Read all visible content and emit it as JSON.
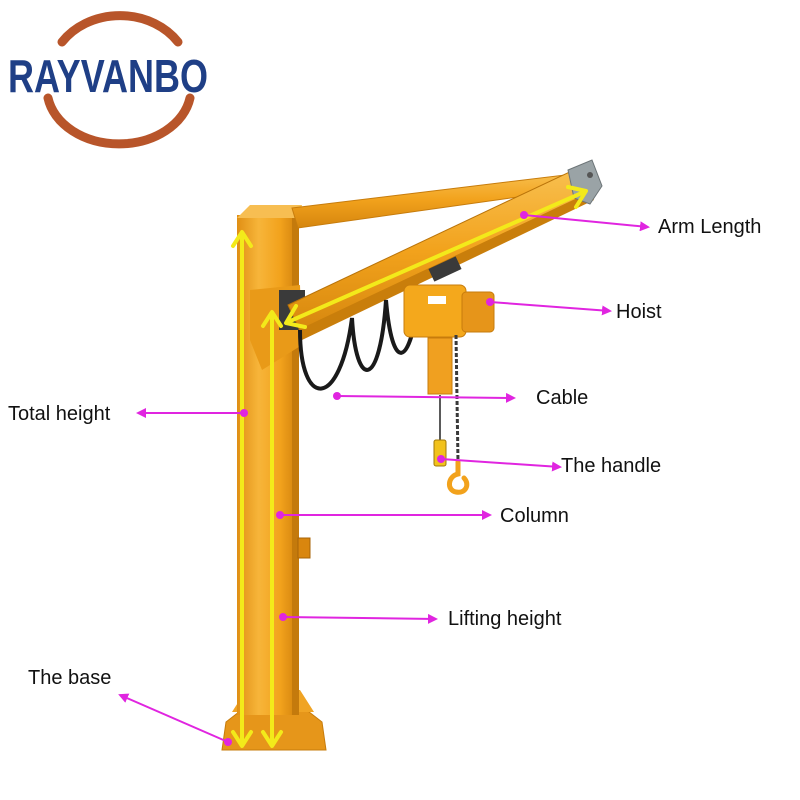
{
  "logo": {
    "brand": "RAYVANBO",
    "colors": {
      "text": "#1f3f86",
      "arc": "#b8552a"
    }
  },
  "colors": {
    "crane": "#f2a21c",
    "crane_shade": "#d98a10",
    "crane_light": "#f7bd4a",
    "hoist_body": "#f4a81c",
    "cable": "#1a1a1a",
    "chain": "#3a3a3a",
    "hook": "#f2a21c",
    "dimension_arrow": "#f3ea1a",
    "callout": "#e025e0",
    "label_text": "#111111"
  },
  "callouts": [
    {
      "id": "arm-length",
      "label": "Arm Length"
    },
    {
      "id": "hoist",
      "label": "Hoist"
    },
    {
      "id": "cable",
      "label": "Cable"
    },
    {
      "id": "the-handle",
      "label": "The handle"
    },
    {
      "id": "column",
      "label": "Column"
    },
    {
      "id": "lifting-height",
      "label": "Lifting height"
    },
    {
      "id": "total-height",
      "label": "Total height"
    },
    {
      "id": "the-base",
      "label": "The base"
    }
  ]
}
